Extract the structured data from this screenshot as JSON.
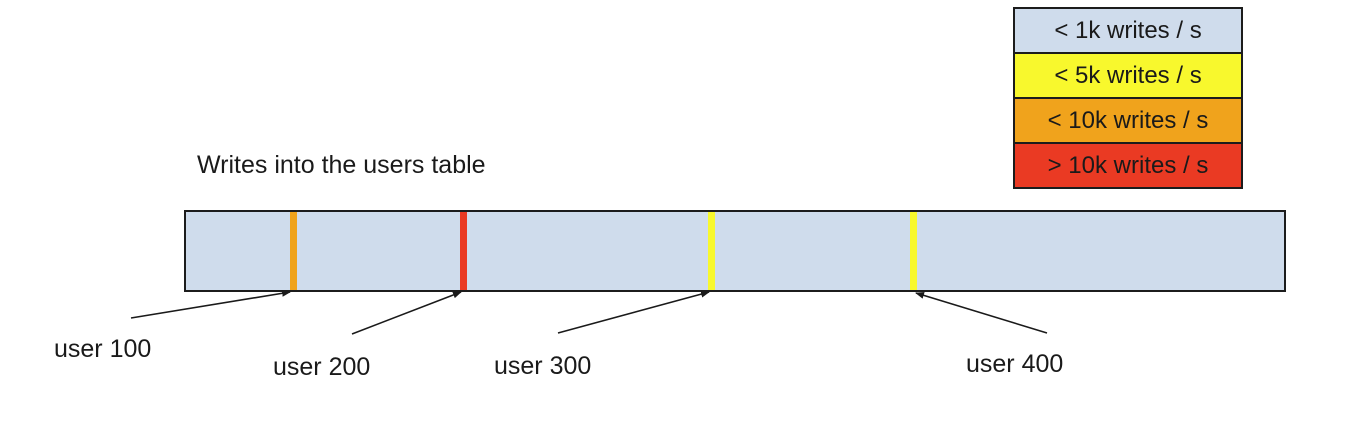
{
  "title": "Writes into the users table",
  "legend": {
    "items": [
      {
        "label": "< 1k writes / s",
        "color": "#cfdcec"
      },
      {
        "label": "< 5k writes / s",
        "color": "#f8f82d"
      },
      {
        "label": "< 10k writes / s",
        "color": "#f0a31c"
      },
      {
        "label": "> 10k writes / s",
        "color": "#ea3a23"
      }
    ]
  },
  "bar": {
    "fill": "#cfdcec",
    "stripes": [
      {
        "user": "user 100",
        "legend_match": "< 10k writes / s",
        "color": "#f0a31c"
      },
      {
        "user": "user 200",
        "legend_match": "> 10k writes / s",
        "color": "#ea3a23"
      },
      {
        "user": "user 300",
        "legend_match": "< 5k writes / s",
        "color": "#f8f82d"
      },
      {
        "user": "user 400",
        "legend_match": "< 5k writes / s",
        "color": "#f8f82d"
      }
    ]
  },
  "labels": [
    {
      "text": "user 100"
    },
    {
      "text": "user 200"
    },
    {
      "text": "user 300"
    },
    {
      "text": "user 400"
    }
  ]
}
